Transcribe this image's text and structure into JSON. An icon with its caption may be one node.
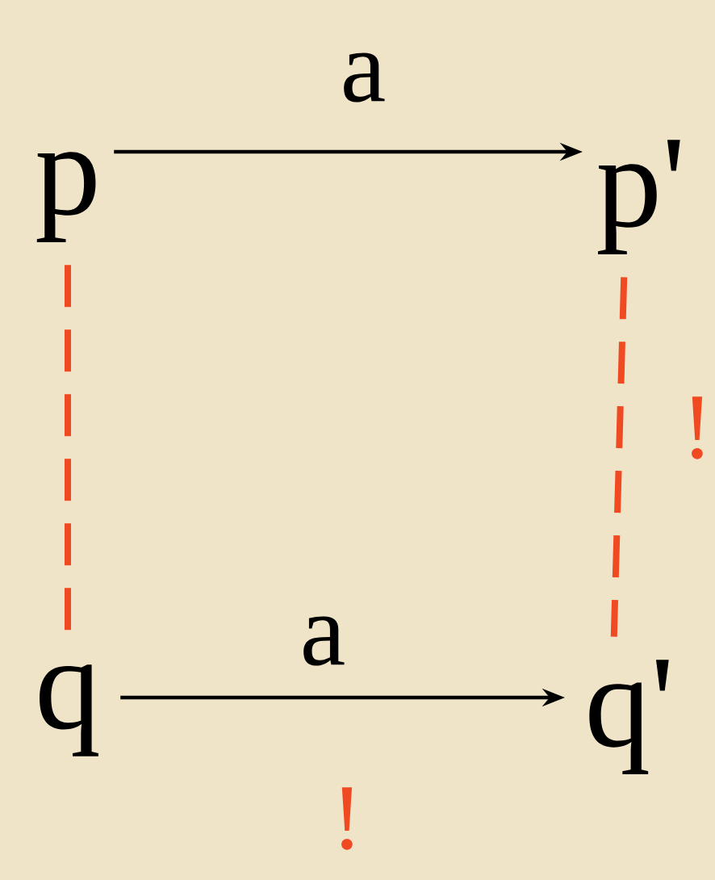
{
  "diagram": {
    "nodes": [
      {
        "text": [
          "p"
        ]
      },
      {
        "text": [
          "p'"
        ]
      },
      {
        "text": [
          "q"
        ]
      },
      {
        "text": [
          "q'"
        ]
      }
    ],
    "edges": [
      {
        "from": 0,
        "to": 1,
        "arrow": "to",
        "label": "a"
      },
      {
        "from": 2,
        "to": 3,
        "arrow": "to",
        "label": "a"
      },
      {
        "from": 0,
        "to": 2,
        "arrow": "none",
        "style": "dashed",
        "color": "#f04a23"
      },
      {
        "from": 1,
        "to": 3,
        "arrow": "none",
        "style": "dashed",
        "color": "#f04a23"
      }
    ],
    "labels": [
      "!",
      "!"
    ]
  }
}
